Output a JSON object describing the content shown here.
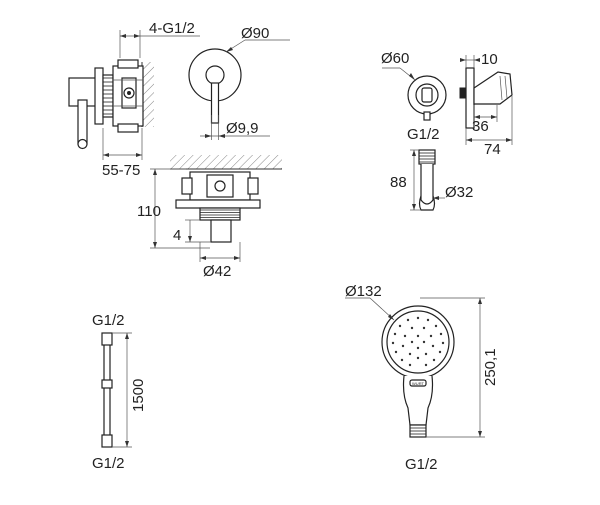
{
  "drawing": {
    "valve_side": {
      "thread_label": "4-G1/2",
      "depth_range_label": "55-75"
    },
    "valve_plate": {
      "diameter_label": "Ø90",
      "handle_diameter_label": "Ø9,9"
    },
    "valve_top": {
      "height_label": "110",
      "offset_label": "4",
      "diameter_label": "Ø42"
    },
    "wall_outlet": {
      "diameter_label": "Ø60",
      "thread_label": "G1/2",
      "height_label": "88",
      "holder_diameter_label": "Ø32"
    },
    "holder_side": {
      "top_width_label": "10",
      "depth_label": "36",
      "total_depth_label": "74"
    },
    "hose": {
      "top_thread_label": "G1/2",
      "length_label": "1500",
      "bottom_thread_label": "G1/2"
    },
    "hand_shower": {
      "diameter_label": "Ø132",
      "length_label": "250,1",
      "thread_label": "G1/2",
      "brand_mark": "WURT"
    }
  }
}
